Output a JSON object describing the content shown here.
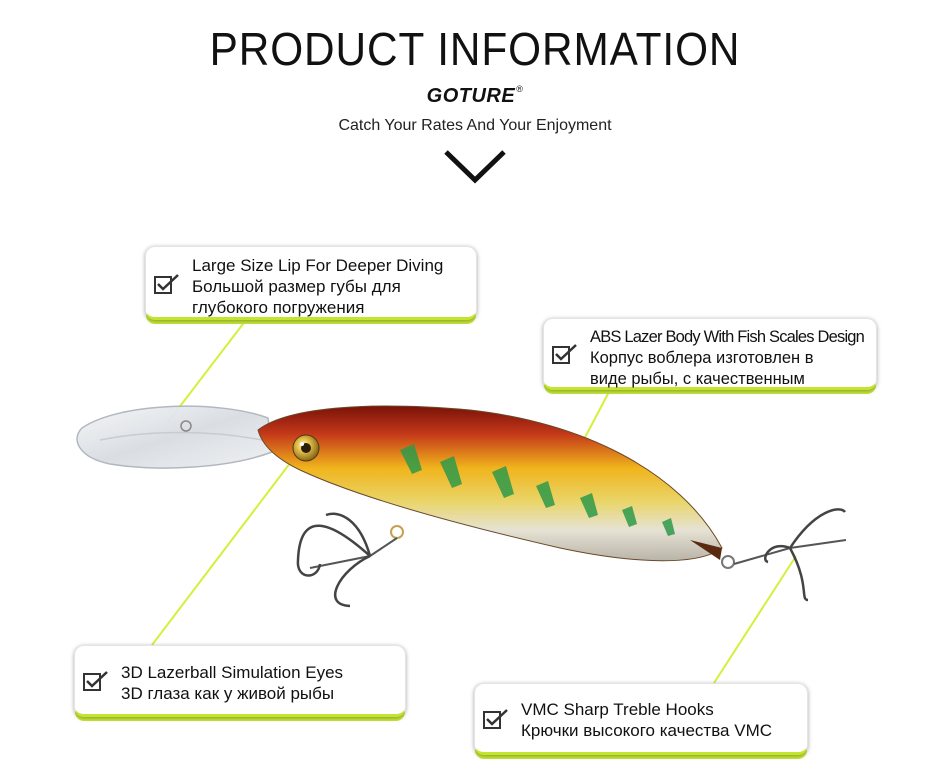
{
  "header": {
    "title": "PRODUCT INFORMATION",
    "brand": "GOTURE",
    "brand_mark": "®",
    "tagline": "Catch Your Rates And Your Enjoyment"
  },
  "callouts": {
    "lip": {
      "line1": "Large Size Lip For Deeper Diving",
      "line2": "Большой размер губы для",
      "line3": "глубокого погружения"
    },
    "body": {
      "line1": "ABS Lazer Body With Fish Scales Design",
      "line2": "Корпус воблера изготовлен в",
      "line3": "виде рыбы, с качественным"
    },
    "eyes": {
      "line1": "3D Lazerball Simulation Eyes",
      "line2": "3D глаза как у живой рыбы"
    },
    "hooks": {
      "line1": "VMC Sharp Treble Hooks",
      "line2": "Крючки высокого качества VMC"
    }
  },
  "colors": {
    "accent_green": "#c4e52f",
    "leader_line": "#d4f03a",
    "lure_top": "#a01f10",
    "lure_yellow": "#f2c81e",
    "lure_stripe": "#2f9a4a"
  },
  "icons": {
    "check": "check-box-icon",
    "chevron": "chevron-down-icon"
  }
}
